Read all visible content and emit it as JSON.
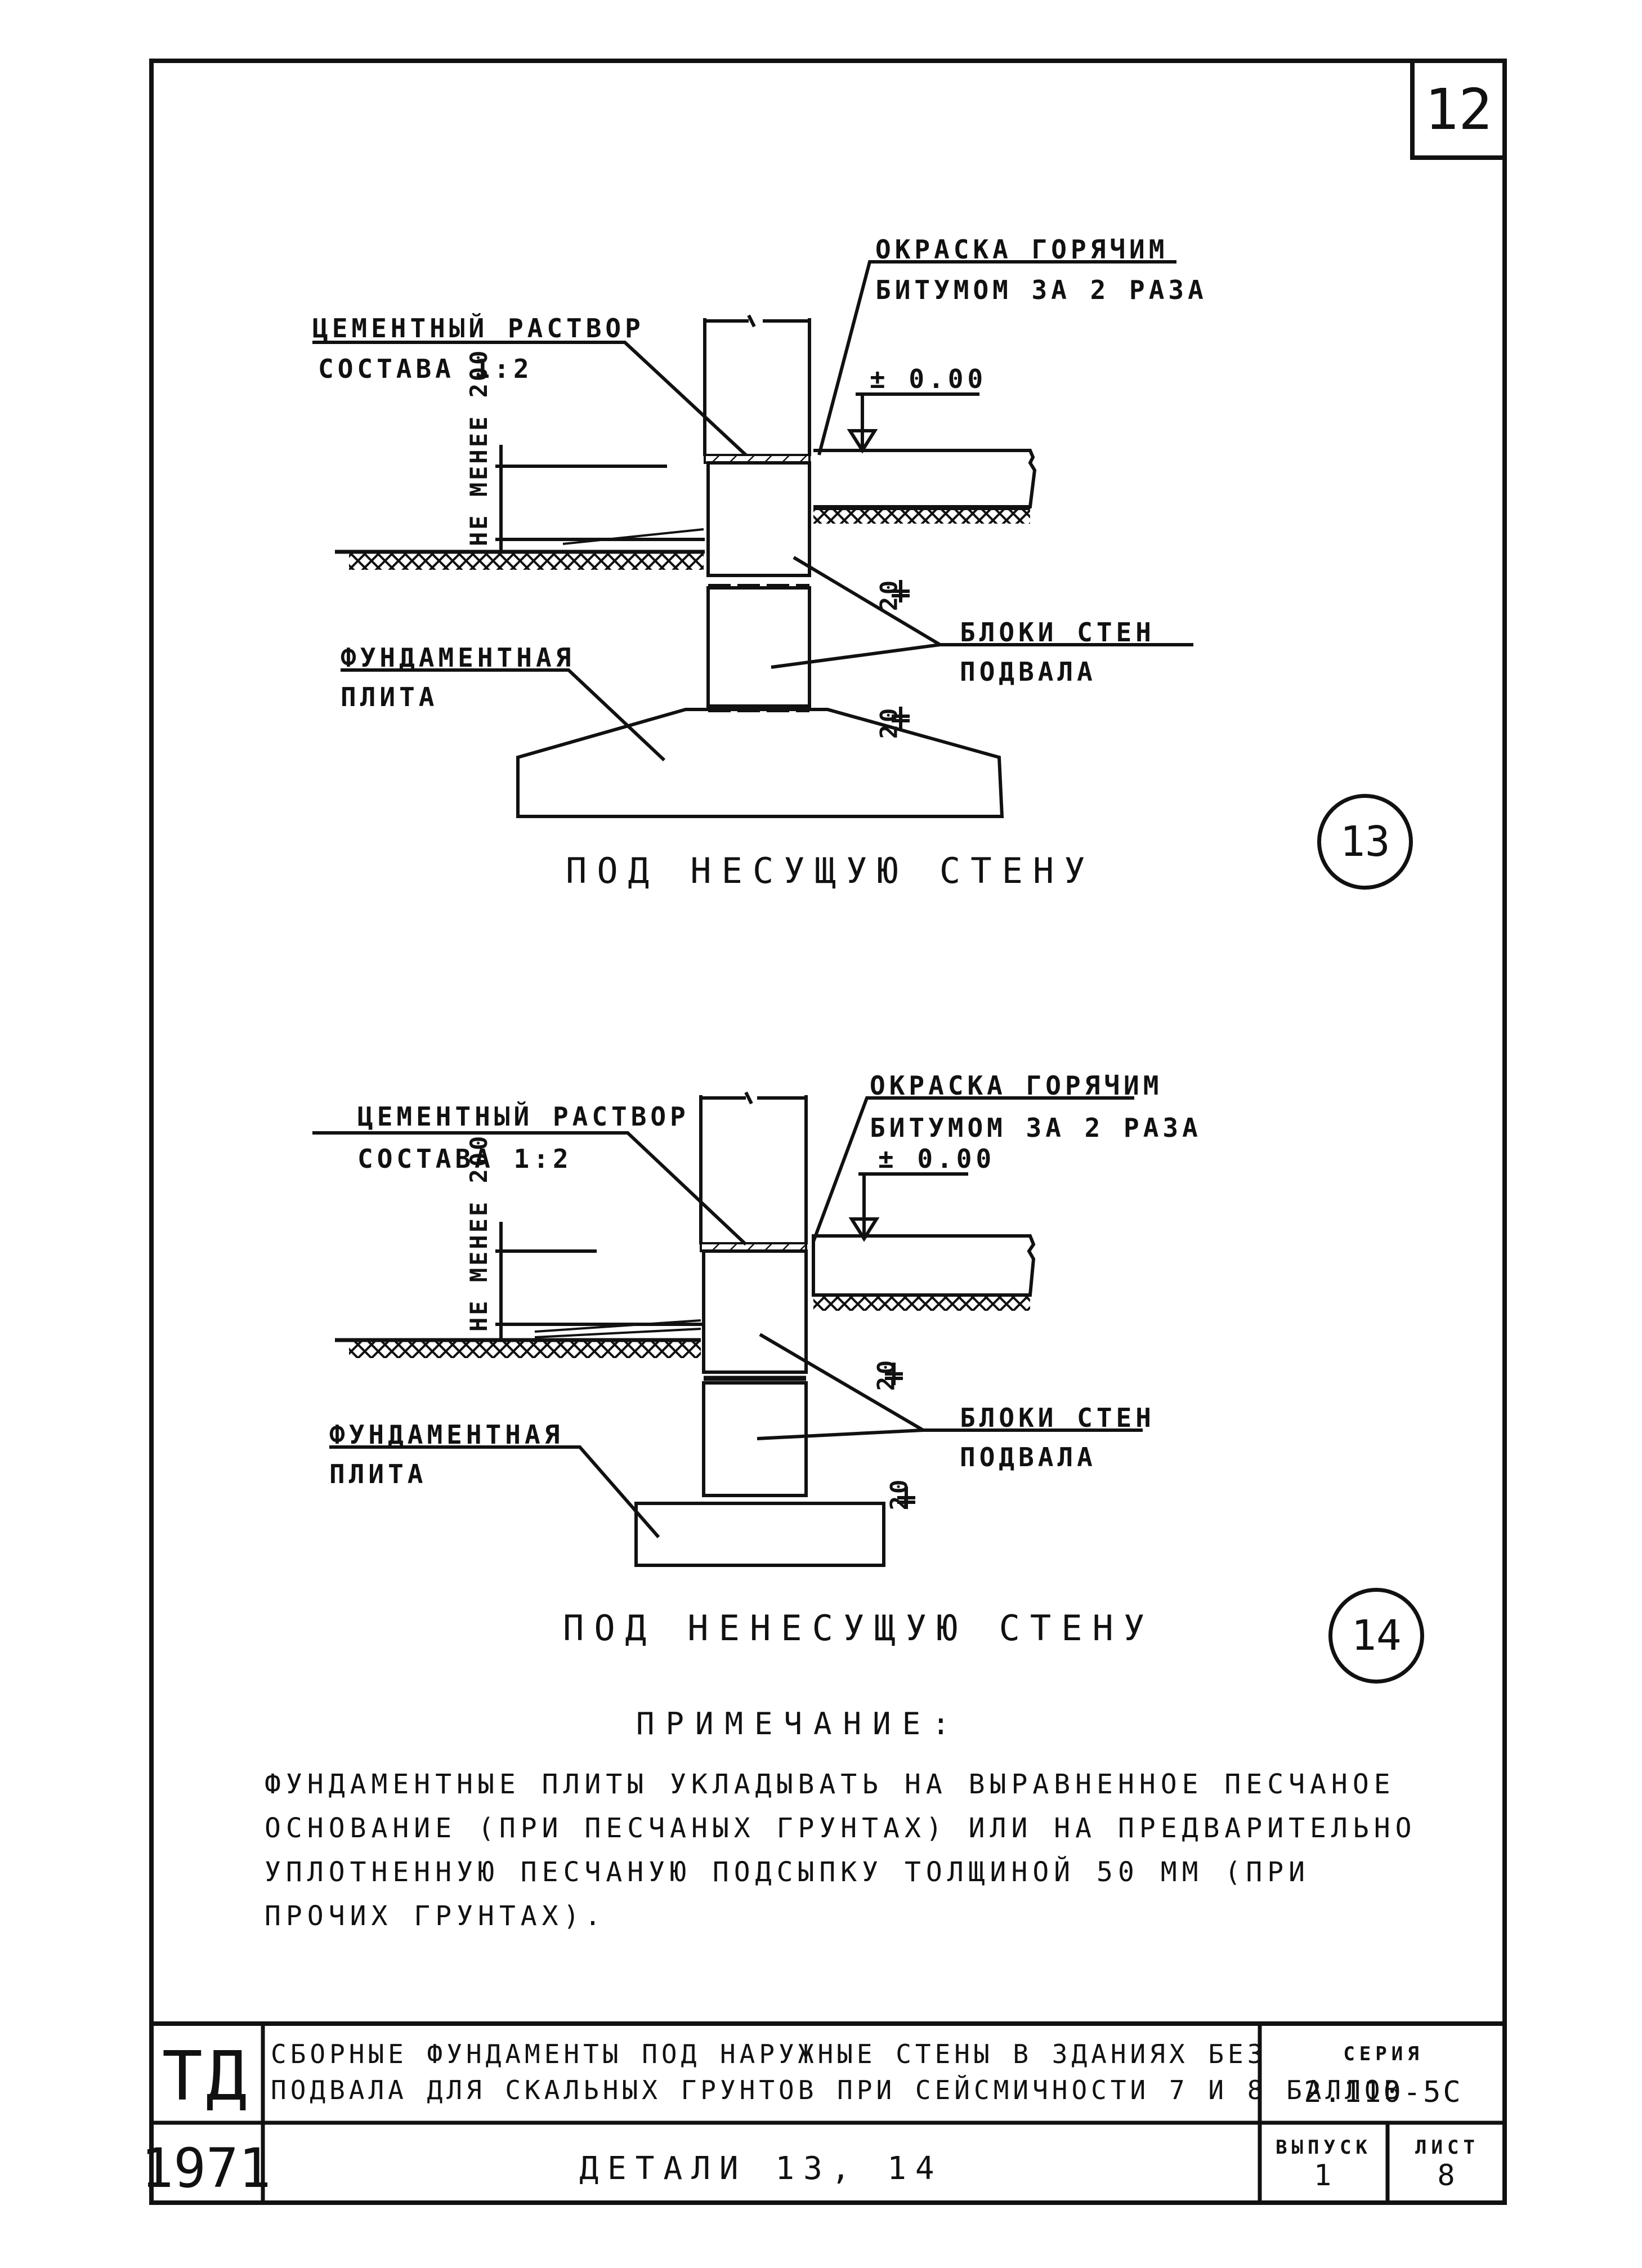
{
  "sheet_number": "12",
  "detail_13": {
    "label_mortar_1": "ЦЕМЕНТНЫЙ РАСТВОР",
    "label_mortar_2": "СОСТАВА 1:2",
    "label_bitumen_1": "ОКРАСКА ГОРЯЧИМ",
    "label_bitumen_2": "БИТУМОМ ЗА 2 РАЗА",
    "level": "± 0.00",
    "dimension": "НЕ МЕНЕЕ 200",
    "joint_1": "20",
    "joint_2": "20",
    "label_blocks_1": "БЛОКИ СТЕН",
    "label_blocks_2": "ПОДВАЛА",
    "label_slab_1": "ФУНДАМЕНТНАЯ",
    "label_slab_2": "ПЛИТА",
    "caption": "ПОД НЕСУЩУЮ СТЕНУ",
    "number": "13"
  },
  "detail_14": {
    "label_mortar_1": "ЦЕМЕНТНЫЙ РАСТВОР",
    "label_mortar_2": "СОСТАВА 1:2",
    "label_bitumen_1": "ОКРАСКА ГОРЯЧИМ",
    "label_bitumen_2": "БИТУМОМ ЗА 2 РАЗА",
    "level": "± 0.00",
    "dimension": "НЕ МЕНЕЕ 200",
    "joint_1": "20",
    "joint_2": "20",
    "label_blocks_1": "БЛОКИ СТЕН",
    "label_blocks_2": "ПОДВАЛА",
    "label_slab_1": "ФУНДАМЕНТНАЯ",
    "label_slab_2": "ПЛИТА",
    "caption": "ПОД НЕНЕСУЩУЮ СТЕНУ",
    "number": "14"
  },
  "note": {
    "title": "ПРИМЕЧАНИЕ:",
    "text": "ФУНДАМЕНТНЫЕ ПЛИТЫ УКЛАДЫВАТЬ НА ВЫРАВНЕННОЕ ПЕСЧАНОЕ ОСНОВАНИЕ (ПРИ ПЕСЧАНЫХ ГРУНТАХ) ИЛИ НА ПРЕДВАРИТЕЛЬНО УПЛОТНЕННУЮ ПЕСЧАНУЮ ПОДСЫПКУ ТОЛЩИНОЙ 50 ММ (ПРИ ПРОЧИХ ГРУНТАХ)."
  },
  "title_block": {
    "mark": "ТД",
    "code": "1971",
    "title_line_1": "СБОРНЫЕ ФУНДАМЕНТЫ ПОД НАРУЖНЫЕ СТЕНЫ В ЗДАНИЯХ БЕЗ",
    "title_line_2": "ПОДВАЛА ДЛЯ СКАЛЬНЫХ ГРУНТОВ ПРИ СЕЙСМИЧНОСТИ 7 И 8 БАЛЛОВ",
    "series_label": "СЕРИЯ",
    "series_value": "2.110-5С",
    "details": "ДЕТАЛИ 13, 14",
    "issue_label": "ВЫПУСК",
    "issue_value": "1",
    "sheet_label": "ЛИСТ",
    "sheet_value": "8"
  }
}
